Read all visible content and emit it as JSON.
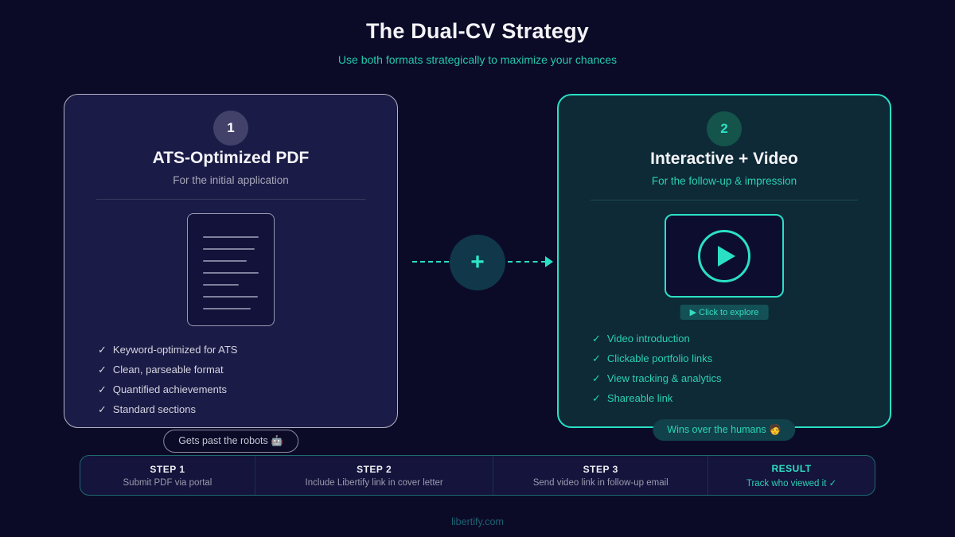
{
  "page": {
    "title": "The Dual-CV Strategy",
    "subtitle": "Use both formats strategically to maximize your chances",
    "footer": "libertify.com"
  },
  "left_card": {
    "number": "1",
    "title": "ATS-Optimized PDF",
    "subtitle": "For the initial application",
    "check_symbol": "✓",
    "checklist": [
      "Keyword-optimized for ATS",
      "Clean, parseable format",
      "Quantified achievements",
      "Standard sections"
    ],
    "badge_text": "Gets past the robots",
    "badge_emoji": "🤖"
  },
  "right_card": {
    "number": "2",
    "title": "Interactive + Video",
    "subtitle": "For the follow-up & impression",
    "cta_label": "▶ Click to explore",
    "check_symbol": "✓",
    "checklist": [
      "Video introduction",
      "Clickable portfolio links",
      "View tracking & analytics",
      "Shareable link"
    ],
    "badge_text": "Wins over the humans",
    "badge_emoji": "🧑"
  },
  "connector": {
    "plus_symbol": "+"
  },
  "steps": [
    {
      "label": "STEP 1",
      "desc": "Submit PDF via portal"
    },
    {
      "label": "STEP 2",
      "desc": "Include Libertify link in cover letter"
    },
    {
      "label": "STEP 3",
      "desc": "Send video link in follow-up email"
    },
    {
      "label": "RESULT",
      "desc": "Track who viewed it ✓"
    }
  ],
  "colors": {
    "background": "#0b0b28",
    "accent_teal": "#2ae0c4",
    "left_card_bg": "#1b1b47",
    "right_card_bg": "#0e2a37",
    "muted_text": "#a6a6ba"
  }
}
